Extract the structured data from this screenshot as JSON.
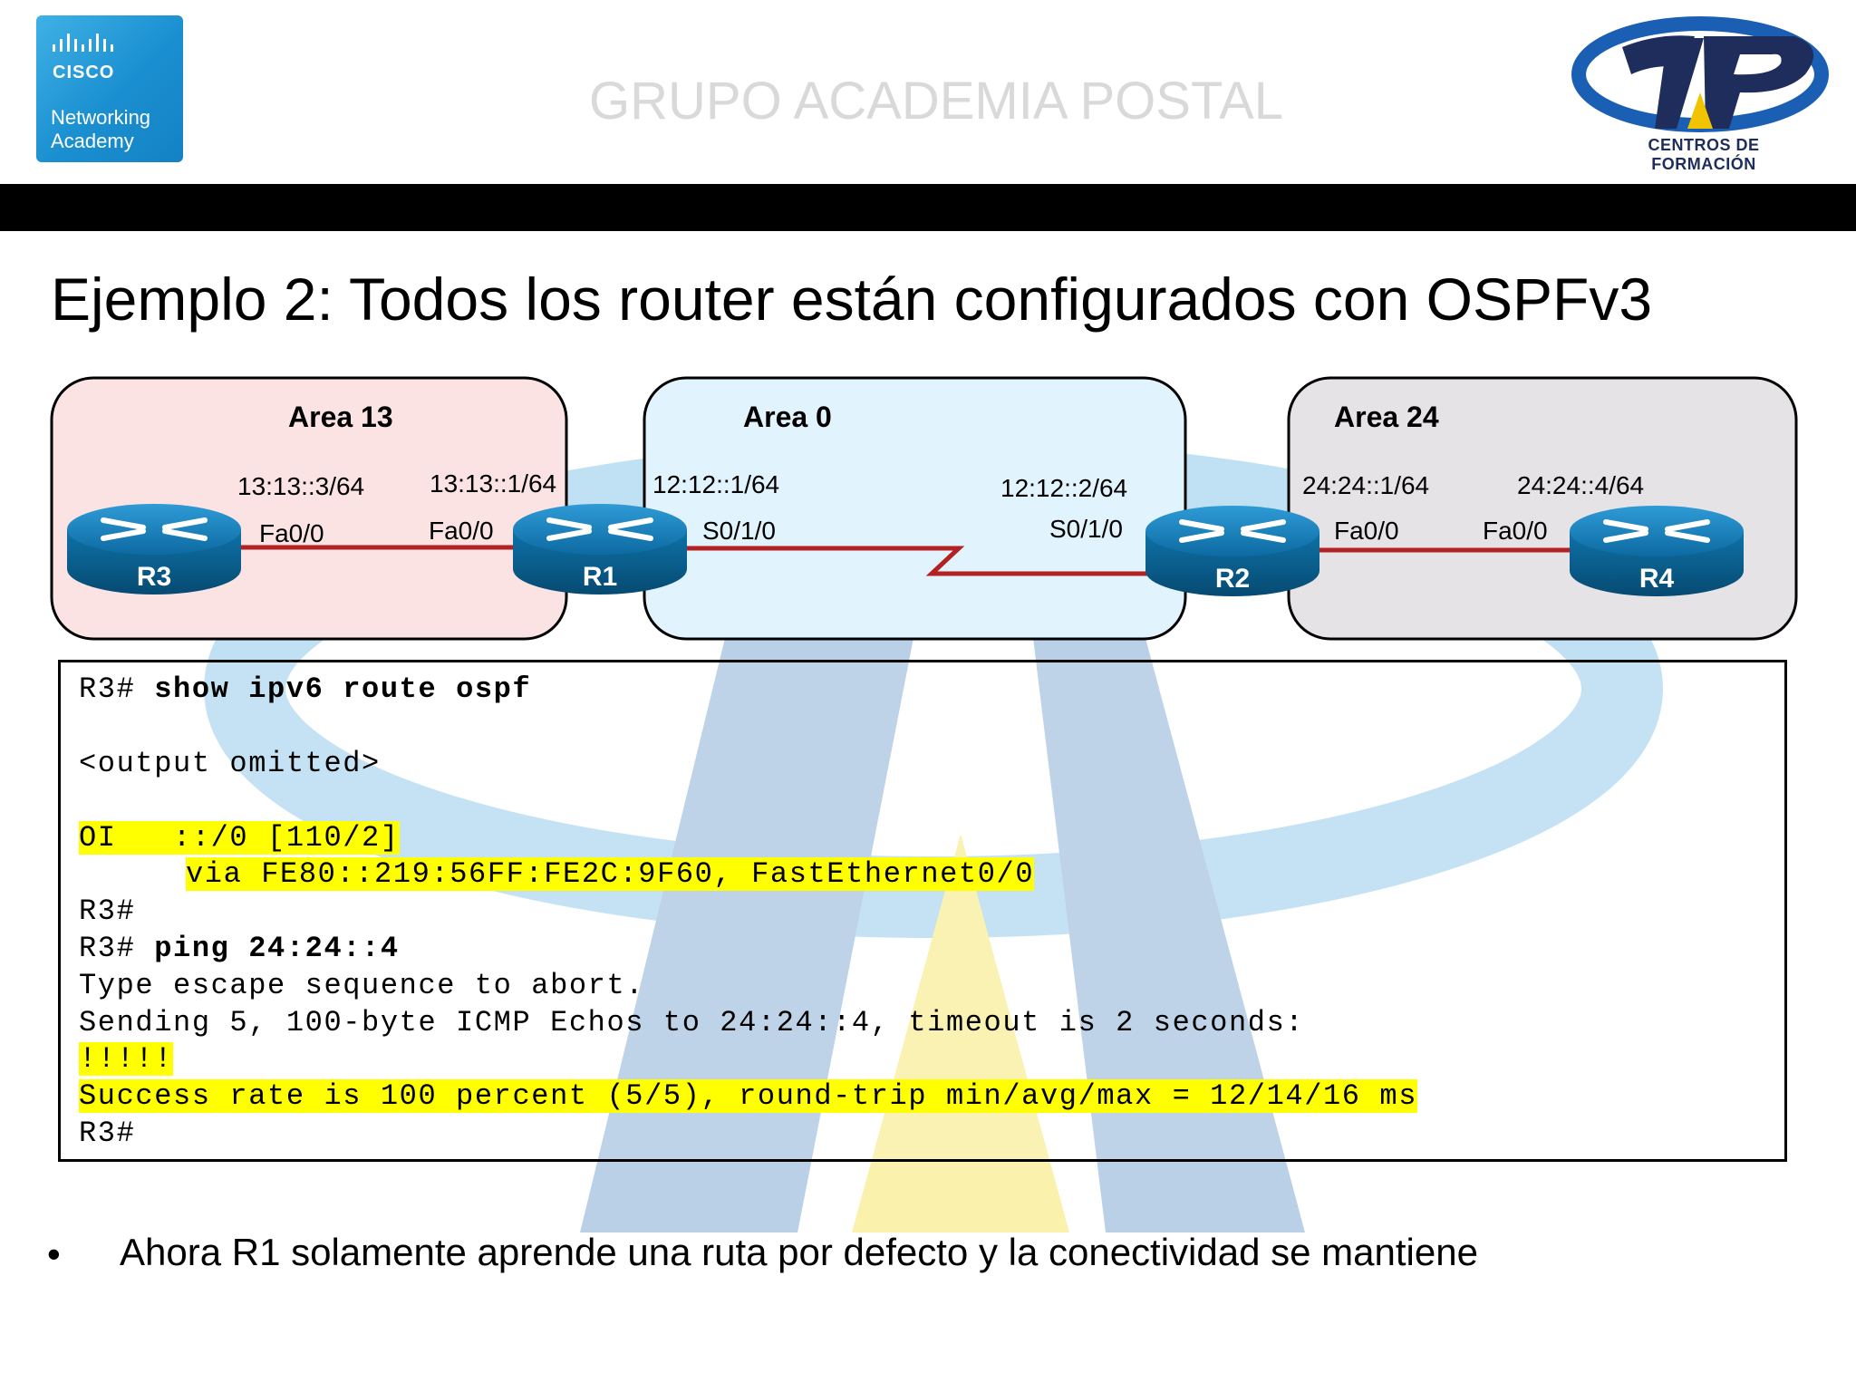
{
  "header": {
    "cisco_logo": {
      "brand": "CISCO",
      "program_line1": "Networking",
      "program_line2": "Academy"
    },
    "org_title": "GRUPO ACADEMIA POSTAL",
    "cp_logo_caption": "CENTROS DE FORMACIÓN"
  },
  "slide": {
    "title": "Ejemplo 2: Todos los router están configurados con OSPFv3"
  },
  "diagram": {
    "areas": [
      {
        "label": "Area 13",
        "color": "#fbe3e3"
      },
      {
        "label": "Area 0",
        "color": "#e1f3fd"
      },
      {
        "label": "Area 24",
        "color": "#e6e3e7"
      }
    ],
    "routers": {
      "r3": "R3",
      "r1": "R1",
      "r2": "R2",
      "r4": "R4"
    },
    "links": {
      "r3_r1": {
        "left_addr": "13:13::3/64",
        "left_if": "Fa0/0",
        "right_addr": "13:13::1/64",
        "right_if": "Fa0/0"
      },
      "r1_r2": {
        "left_addr": "12:12::1/64",
        "left_if": "S0/1/0",
        "right_addr": "12:12::2/64",
        "right_if": "S0/1/0"
      },
      "r2_r4": {
        "left_addr": "24:24::1/64",
        "left_if": "Fa0/0",
        "right_addr": "24:24::4/64",
        "right_if": "Fa0/0"
      }
    },
    "link_color": "#b22222",
    "router_color": "#0e73a8"
  },
  "terminal": {
    "l1_prompt": "R3# ",
    "l1_cmd": "show ipv6 route ospf",
    "l2": "<output omitted>",
    "l3": "OI   ::/0 [110/2]",
    "l4": "via FE80::219:56FF:FE2C:9F60, FastEthernet0/0",
    "l5": "R3#",
    "l6_prompt": "R3# ",
    "l6_cmd": "ping 24:24::4",
    "l7": "Type escape sequence to abort.",
    "l8": "Sending 5, 100-byte ICMP Echos to 24:24::4, timeout is 2 seconds:",
    "l9": "!!!!!",
    "l10": "Success rate is 100 percent (5/5), round-trip min/avg/max = 12/14/16 ms",
    "l11": "R3#",
    "highlight_color": "#ffff00"
  },
  "bullet": {
    "symbol": "•",
    "text": "Ahora R1 solamente aprende una ruta por defecto y la conectividad se mantiene"
  }
}
